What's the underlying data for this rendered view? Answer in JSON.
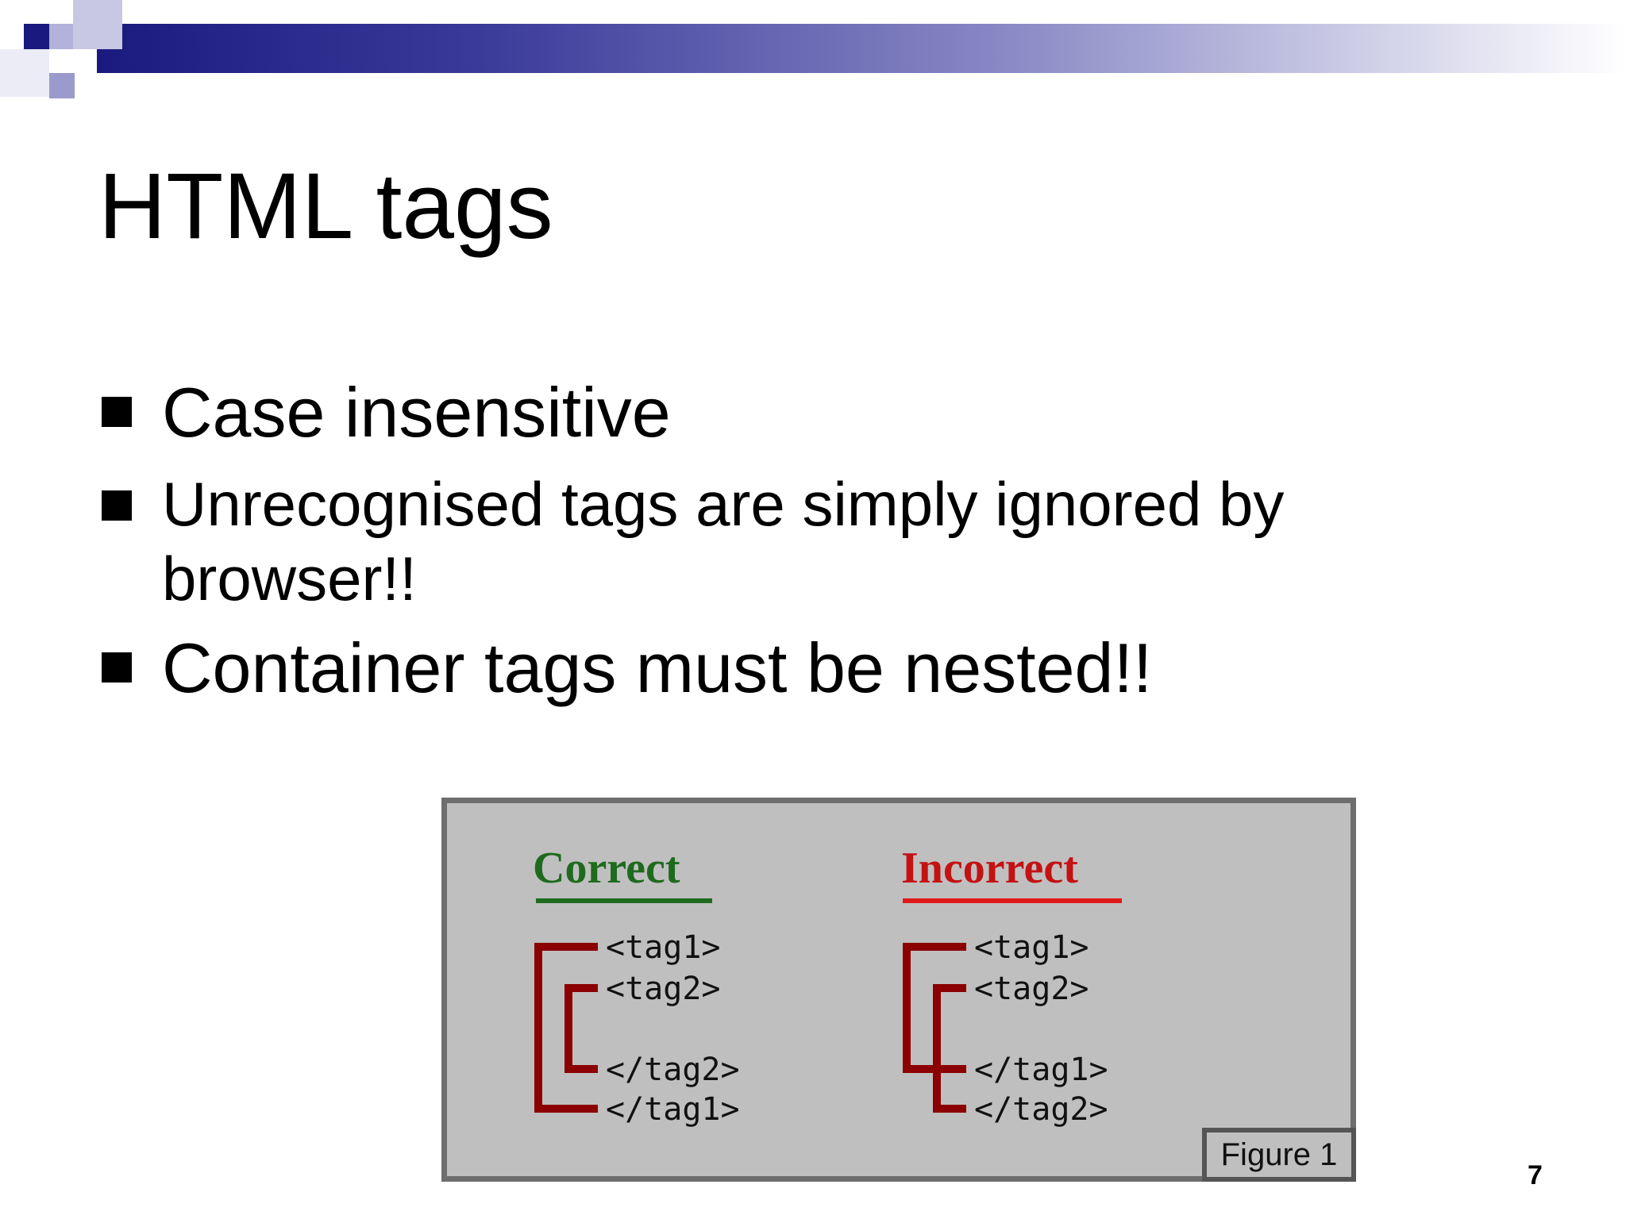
{
  "slide": {
    "title": "HTML tags",
    "bullets": [
      "Case insensitive",
      "Unrecognised tags are simply ignored by browser!!",
      "Container tags must be nested!!"
    ],
    "page_number": "7"
  },
  "figure": {
    "label": "Figure 1",
    "correct": {
      "heading": "Correct",
      "lines": [
        "<tag1>",
        "<tag2>",
        "</tag2>",
        "</tag1>"
      ],
      "color": "#1e6b1e"
    },
    "incorrect": {
      "heading": "Incorrect",
      "lines": [
        "<tag1>",
        "<tag2>",
        "</tag1>",
        "</tag2>"
      ],
      "color": "#c41212"
    },
    "bracket_color": "#8b0000",
    "background_color": "#c0bfc0"
  },
  "theme": {
    "accent": "#1a1a7e"
  }
}
